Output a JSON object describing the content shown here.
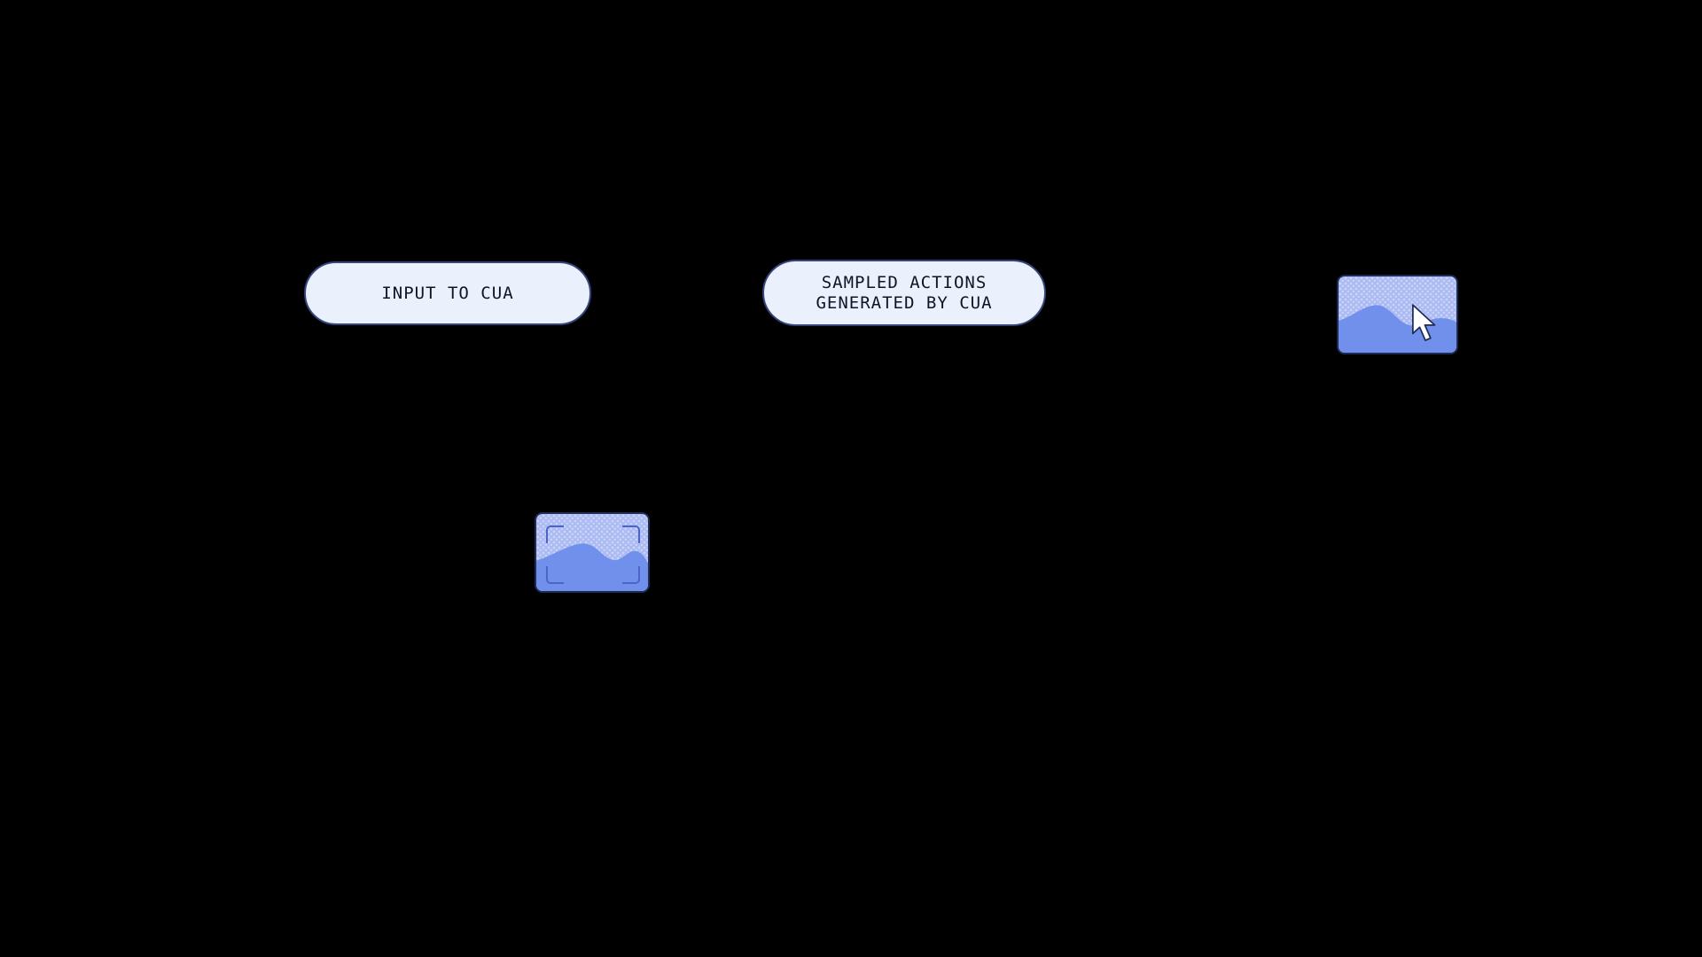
{
  "canvas": {
    "background": "#000000"
  },
  "colors": {
    "canvas_bg": "#000000",
    "pill_bg": "#eaf0fc",
    "pill_border": "#35447a",
    "pill_text": "#0d1526",
    "thumb_bg": "#aab9f1",
    "thumb_dots": "#c9d3f9",
    "thumb_wave": "#7090ec",
    "thumb_border": "#1e2c55",
    "bracket": "#4c64c8",
    "cursor_fill": "#ffffff"
  },
  "nodes": {
    "input_label": {
      "text": "INPUT TO CUA"
    },
    "sampled_label": {
      "line1": "SAMPLED ACTIONS",
      "line2": "GENERATED BY CUA"
    },
    "screenshot_thumb": {
      "icon": "screenshot-image-with-viewfinder-corners-icon"
    },
    "action_thumb": {
      "icon": "image-with-cursor-icon"
    }
  }
}
